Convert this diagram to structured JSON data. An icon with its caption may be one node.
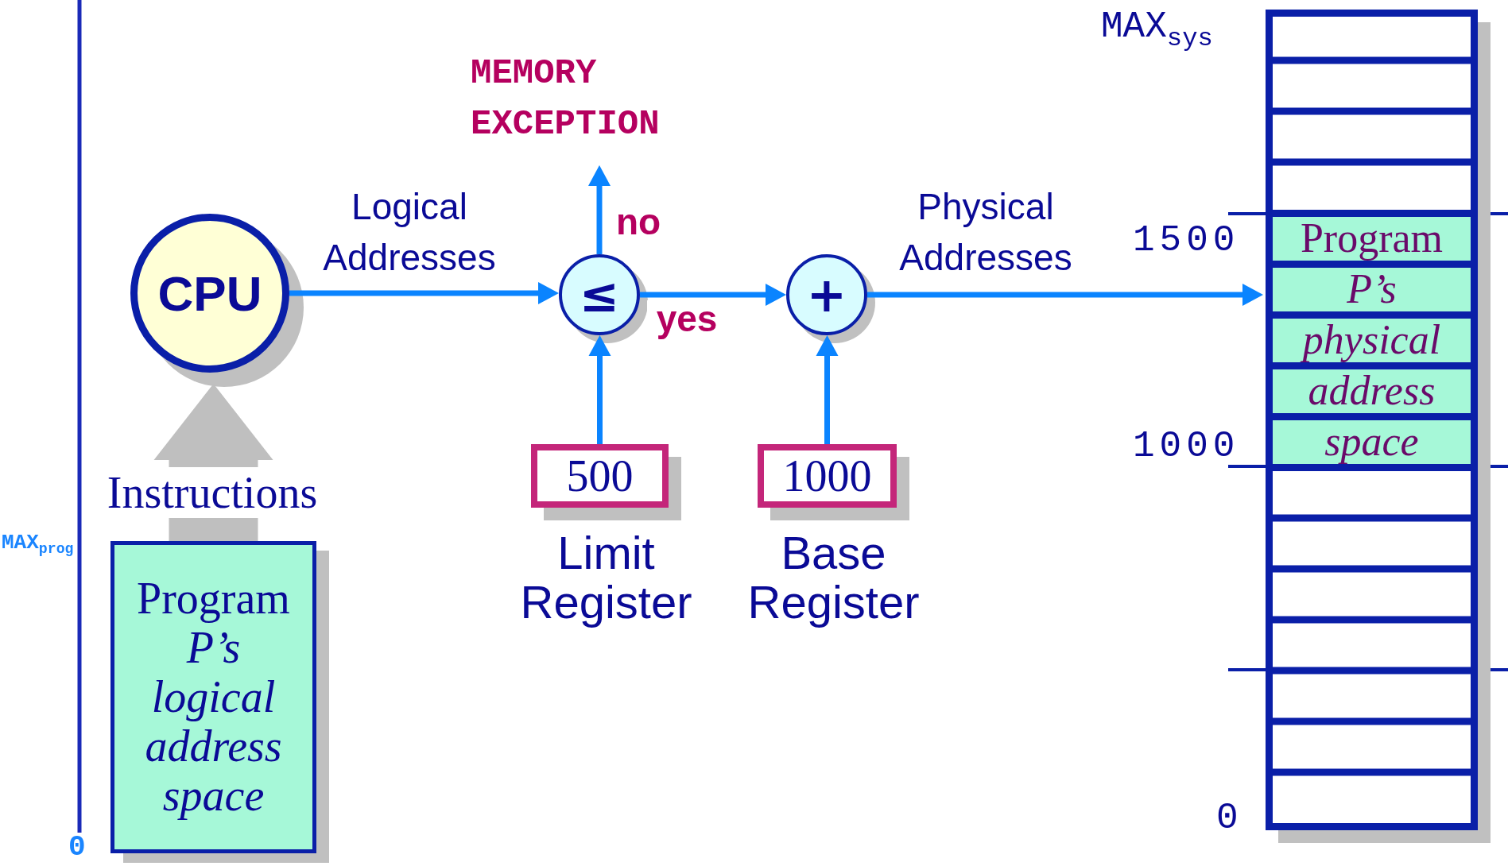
{
  "diagram": {
    "nodes": [
      {
        "text": [
          "CPU"
        ]
      },
      {
        "text": [
          "≤"
        ]
      },
      {
        "text": [
          "+"
        ]
      },
      {
        "text": [
          "MEMORY EXCEPTION"
        ]
      },
      {
        "text": [
          "500"
        ],
        "beside": [
          "Limit Register"
        ]
      },
      {
        "text": [
          "1000"
        ],
        "beside": [
          "Base Register"
        ]
      },
      {
        "text": [
          "Program *P’s logical address space*"
        ]
      },
      {
        "text": [],
        "shape": "box"
      },
      {
        "text": [
          "Program *P’s physical address space*"
        ],
        "in": 7
      }
    ],
    "edges": [
      {
        "from": 0,
        "to": 1,
        "arrow": "to",
        "label": "Logical Addresses"
      },
      {
        "from": 1,
        "to": 3,
        "arrow": "to",
        "label": "no"
      },
      {
        "from": 1,
        "to": 2,
        "arrow": "to",
        "label": "yes"
      },
      {
        "from": 4,
        "to": 1,
        "arrow": "to"
      },
      {
        "from": 5,
        "to": 2,
        "arrow": "to"
      },
      {
        "from": 2,
        "to": 8,
        "arrow": "to",
        "label": "Physical Addresses"
      },
      {
        "from": 6,
        "to": 0,
        "arrow": "to",
        "label": "Instructions",
        "style": "thick",
        "color": "#bfbfbf"
      }
    ],
    "labels": [
      "MAX$_{sys}$",
      "1500",
      "1000",
      "MAX$_{prog}$",
      "0",
      "0"
    ]
  }
}
